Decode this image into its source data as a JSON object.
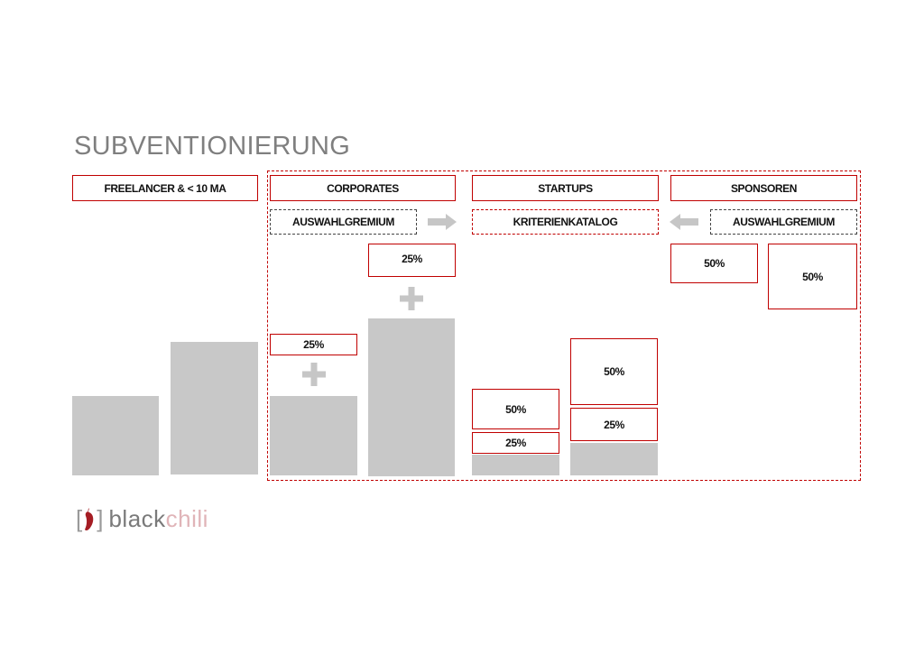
{
  "title": "SUBVENTIONIERUNG",
  "colors": {
    "accent": "#c00000",
    "bar": "#c8c8c8",
    "arrow": "#c6c6c6",
    "title": "#7f7f7f"
  },
  "columns": {
    "freelancer": "FREELANCER & < 10 MA",
    "corporates": "CORPORATES",
    "startups": "STARTUPS",
    "sponsoren": "SPONSOREN"
  },
  "selection": {
    "corporates": "AUSWAHLGREMIUM",
    "startups": "KRITERIENKATALOG",
    "sponsoren": "AUSWAHLGREMIUM"
  },
  "percentages": {
    "corporates_small": "25%",
    "corporates_large": "25%",
    "startups_left_bottom": "25%",
    "startups_left_top": "50%",
    "startups_right_bottom": "25%",
    "startups_right_top": "50%",
    "sponsoren_left": "50%",
    "sponsoren_right": "50%"
  },
  "icons": [
    "plus-icon",
    "arrow-right-icon",
    "arrow-left-icon",
    "chili-icon"
  ],
  "logo": {
    "bracket_open": "[",
    "bracket_close": "]",
    "part1": "black",
    "part2": "chili"
  }
}
